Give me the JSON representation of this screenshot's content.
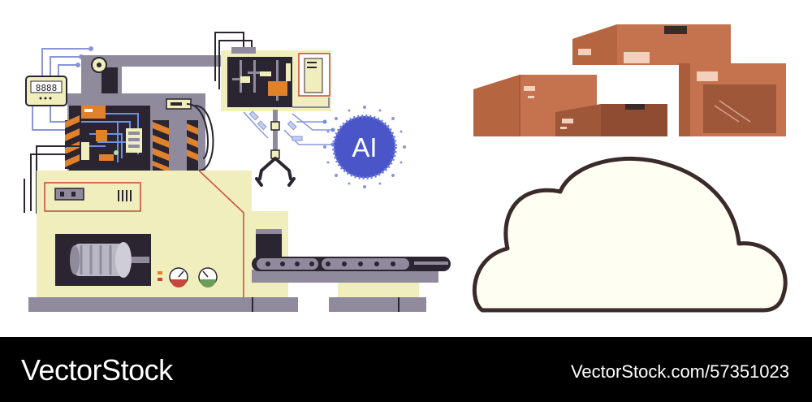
{
  "illustration": {
    "ai_badge_text": "AI",
    "meter_digits": "8888",
    "icons": [
      "factory-machine-icon",
      "robotic-claw-icon",
      "ai-chip-icon",
      "cardboard-boxes-icon",
      "cloud-icon",
      "conveyor-belt-icon",
      "electric-motor-icon",
      "gauge-icon"
    ],
    "colors": {
      "machine_body": "#f0eebc",
      "machine_grey": "#8f8b9d",
      "machine_dark": "#2a2530",
      "ai_badge": "#4a55c8",
      "box": "#c5734f",
      "box_dark": "#9f573a",
      "cloud_fill": "#fffef2",
      "cloud_stroke": "#3a2a2a",
      "accent_red": "#c9463a",
      "accent_orange": "#e0812c"
    }
  },
  "footer": {
    "brand": "VectorStock",
    "image_id": "VectorStock.com/57351023"
  }
}
